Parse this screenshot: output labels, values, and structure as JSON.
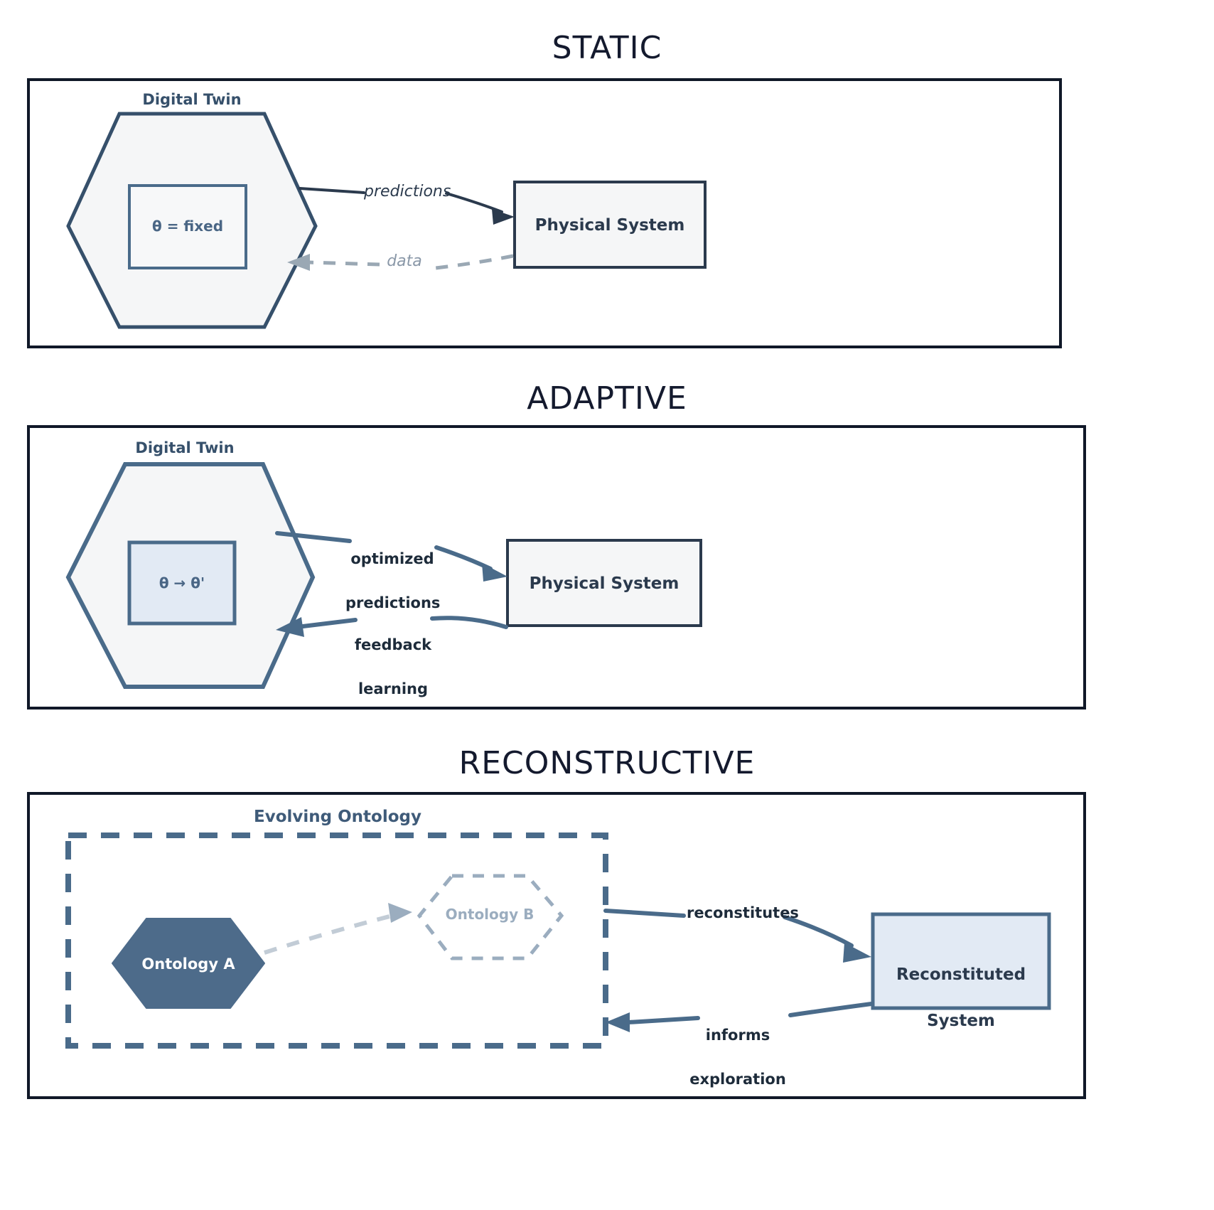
{
  "figure": {
    "type": "diagram",
    "description": "Three-tier comparison of digital twin paradigms"
  },
  "panels": [
    {
      "id": "static",
      "title": "STATIC",
      "shape_title": "Digital Twin",
      "inner_param": "θ = fixed",
      "target_box": "Physical System",
      "edges": [
        {
          "label": "predictions",
          "style": "solid",
          "direction": "twin-to-system"
        },
        {
          "label": "data",
          "style": "dashed",
          "direction": "system-to-twin"
        }
      ]
    },
    {
      "id": "adaptive",
      "title": "ADAPTIVE",
      "shape_title": "Digital Twin",
      "inner_param": "θ → θ'",
      "target_box": "Physical System",
      "edges": [
        {
          "label_line1": "optimized",
          "label_line2": "predictions",
          "style": "solid",
          "direction": "twin-to-system"
        },
        {
          "label_line1": "feedback",
          "label_line2": "learning",
          "style": "solid",
          "direction": "system-to-twin"
        }
      ]
    },
    {
      "id": "reconstructive",
      "title": "RECONSTRUCTIVE",
      "container_title": "Evolving Ontology",
      "ontology_a": "Ontology A",
      "ontology_b": "Ontology B",
      "target_box_line1": "Reconstituted",
      "target_box_line2": "System",
      "edges": [
        {
          "label": "reconstitutes",
          "style": "solid",
          "direction": "ontology-to-system"
        },
        {
          "label_line1": "informs",
          "label_line2": "exploration",
          "style": "solid",
          "direction": "system-to-ontology"
        },
        {
          "label": "",
          "style": "dashed",
          "direction": "ontology-a-to-ontology-b"
        }
      ]
    }
  ],
  "colors": {
    "panel_border": "#101828",
    "title_text": "#141a2e",
    "hex_static_stroke": "#36506b",
    "hex_static_fill": "#f5f6f7",
    "hex_adaptive_stroke": "#4a6b8a",
    "hex_adaptive_fill": "#f5f6f7",
    "inner_box_static_fill": "#f7f8f9",
    "inner_box_adaptive_fill": "#e2eaf4",
    "inner_box_stroke": "#4a6b8a",
    "physical_box_fill": "#f5f6f7",
    "physical_box_stroke_static": "#2b3a4d",
    "physical_box_stroke_adaptive": "#2b3a4d",
    "reconstituted_fill": "#e2eaf4",
    "reconstituted_stroke": "#4a6b8a",
    "ontology_a_fill": "#4d6b8a",
    "ontology_b_stroke": "#9badbf",
    "dashed_container_stroke": "#4a6b8a",
    "arrow_solid_static": "#2b3a4d",
    "arrow_solid_adaptive": "#4a6b8a",
    "arrow_dashed_muted": "#9aa8b4"
  }
}
